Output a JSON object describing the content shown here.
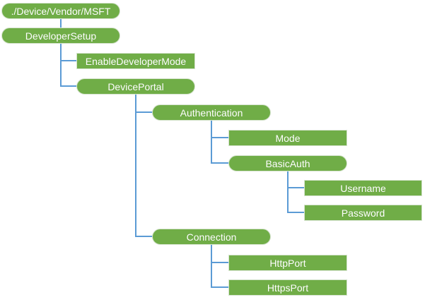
{
  "diagram": {
    "type": "hierarchy-tree",
    "colors": {
      "node_fill": "#70AD47",
      "node_border": "#D5E3CE",
      "node_text": "#FFFFFF",
      "connector": "#5B9BD5"
    },
    "nodes": [
      {
        "label": "./Device/Vendor/MSFT",
        "shape": "pill",
        "parent": null
      },
      {
        "label": "DeveloperSetup",
        "shape": "pill",
        "parent": "./Device/Vendor/MSFT"
      },
      {
        "label": "EnableDeveloperMode",
        "shape": "rect",
        "parent": "DeveloperSetup"
      },
      {
        "label": "DevicePortal",
        "shape": "pill",
        "parent": "DeveloperSetup"
      },
      {
        "label": "Authentication",
        "shape": "pill",
        "parent": "DevicePortal"
      },
      {
        "label": "Mode",
        "shape": "rect",
        "parent": "Authentication"
      },
      {
        "label": "BasicAuth",
        "shape": "pill",
        "parent": "Authentication"
      },
      {
        "label": "Username",
        "shape": "rect",
        "parent": "BasicAuth"
      },
      {
        "label": "Password",
        "shape": "rect",
        "parent": "BasicAuth"
      },
      {
        "label": "Connection",
        "shape": "pill",
        "parent": "DevicePortal"
      },
      {
        "label": "HttpPort",
        "shape": "rect",
        "parent": "Connection"
      },
      {
        "label": "HttpsPort",
        "shape": "rect",
        "parent": "Connection"
      }
    ]
  }
}
